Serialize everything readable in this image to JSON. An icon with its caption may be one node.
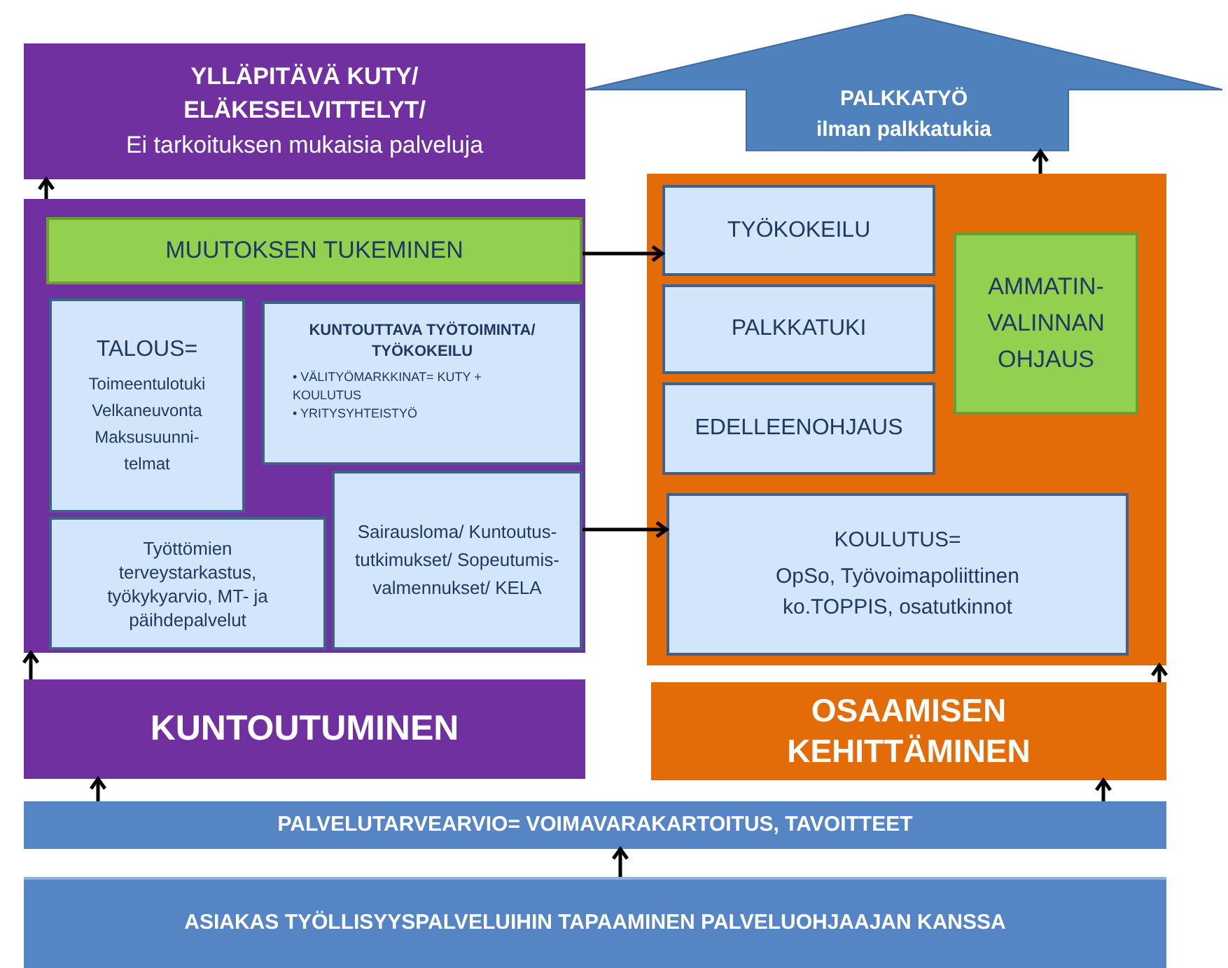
{
  "diagram": {
    "nodes": [
      {
        "text": [
          "YLLÄPITÄVÄ KUTY/ ELÄKESELVITTELYT/",
          "Ei tarkoituksen mukaisia palveluja"
        ]
      },
      {
        "text": [
          "PALKKATYÖ",
          "ilman palkkatukia"
        ]
      },
      {
        "text": [],
        "shape": "box"
      },
      {
        "text": [
          "MUUTOKSEN TUKEMINEN"
        ],
        "in": 2
      },
      {
        "text": [
          "TALOUS=",
          "Toimeentulotuki Velkaneuvonta Maksusuunni- telmat"
        ],
        "in": 2
      },
      {
        "text": [
          "KUNTOUTTAVA TYÖTOIMINTA/ TYÖKOKEILU",
          "• VÄLITYÖMARKKINAT= KUTY + KOULUTUS",
          "• YRITYSYHTEISTYÖ"
        ],
        "in": 2
      },
      {
        "text": [
          "Sairausloma/ Kuntoutus- tutkimukset/ Sopeutumis- valmennukset/ KELA"
        ],
        "in": 2
      },
      {
        "text": [
          "Työttömien terveystarkastus, työkykyarvio, MT- ja päihdepalvelut"
        ],
        "in": 2
      },
      {
        "text": [],
        "shape": "box"
      },
      {
        "text": [
          "TYÖKOKEILU"
        ],
        "in": 8
      },
      {
        "text": [
          "AMMATIN- VALINNAN OHJAUS"
        ],
        "in": 8
      },
      {
        "text": [
          "PALKKATUKI"
        ],
        "in": 8
      },
      {
        "text": [
          "EDELLEENOHJAUS"
        ],
        "in": 8
      },
      {
        "text": [
          "KOULUTUS=",
          "OpSo, Työvoimapoliittinen ko.TOPPIS, osatutkinnot"
        ],
        "in": 8
      },
      {
        "text": [
          "KUNTOUTUMINEN"
        ]
      },
      {
        "text": [
          "OSAAMISEN KEHITTÄMINEN"
        ]
      },
      {
        "text": [
          "PALVELUTARVEARVIO= VOIMAVARAKARTOITUS, TAVOITTEET"
        ]
      },
      {
        "text": [
          "ASIAKAS TYÖLLISYYSPALVELUIHIN TAPAAMINEN PALVELUOHJAAJAN KANSSA"
        ]
      }
    ],
    "edges": [
      {
        "from": 17,
        "to": 16,
        "arrow": "to"
      },
      {
        "from": 16,
        "to": 14,
        "arrow": "to"
      },
      {
        "from": 16,
        "to": 15,
        "arrow": "to"
      },
      {
        "from": 14,
        "to": 2,
        "arrow": "to"
      },
      {
        "from": 2,
        "to": 0,
        "arrow": "to"
      },
      {
        "from": 15,
        "to": 8,
        "arrow": "to"
      },
      {
        "from": 8,
        "to": 1,
        "arrow": "to"
      },
      {
        "from": 3,
        "to": 9,
        "arrow": "to"
      },
      {
        "from": 6,
        "to": 13,
        "arrow": "to"
      }
    ]
  }
}
